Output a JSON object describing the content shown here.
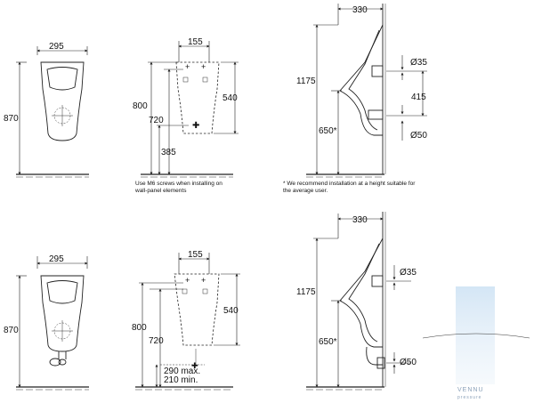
{
  "top": {
    "front": {
      "width": "295",
      "height": "870"
    },
    "back": {
      "top_width": "155",
      "height_800": "800",
      "height_720": "720",
      "height_540": "540",
      "height_385": "385",
      "note_line1": "Use M6 screws when installing on",
      "note_line2": "wall-panel elements"
    },
    "side": {
      "depth": "330",
      "height_1175": "1175",
      "inlet": "Ø35",
      "spacing": "415",
      "height_650": "650*",
      "outlet": "Ø50",
      "note_line1": "* We recommend installation at a height suitable for",
      "note_line2": "the average user."
    }
  },
  "bottom": {
    "front": {
      "width": "295",
      "height": "870"
    },
    "back": {
      "top_width": "155",
      "height_800": "800",
      "height_720": "720",
      "height_540": "540",
      "drain_max": "290 max.",
      "drain_min": "210 min."
    },
    "side": {
      "depth": "330",
      "height_1175": "1175",
      "inlet": "Ø35",
      "height_650": "650*",
      "outlet": "Ø50"
    }
  },
  "watermark": {
    "text": "VENNU",
    "subtext": "pressure"
  }
}
